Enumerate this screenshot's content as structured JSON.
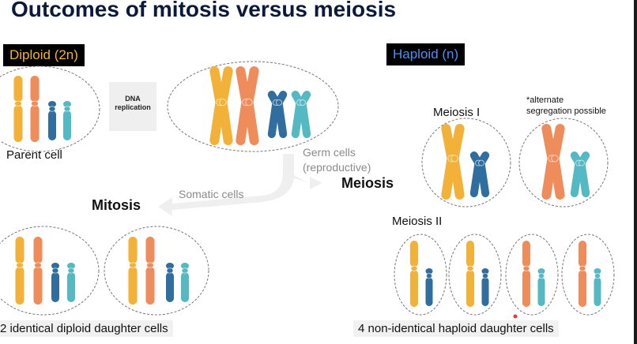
{
  "title": "Outcomes of mitosis versus meiosis",
  "badges": {
    "diploid": "Diploid (2n)",
    "haploid": "Haploid (n)"
  },
  "labels": {
    "parent_cell": "Parent cell",
    "dna_replication_line1": "DNA",
    "dna_replication_line2": "replication",
    "germ_cells_line1": "Germ cells",
    "germ_cells_line2": "(reproductive)",
    "somatic_cells": "Somatic cells",
    "mitosis": "Mitosis",
    "meiosis": "Meiosis",
    "meiosis_1": "Meiosis I",
    "meiosis_2": "Meiosis II",
    "alternate_line1": "*alternate",
    "alternate_line2": "segregation possible",
    "mitosis_result": "2 identical diploid daughter cells",
    "meiosis_result": "4 non-identical haploid daughter cells"
  },
  "colors": {
    "orange_yellow": "#f2b23a",
    "salmon": "#ee8c5c",
    "dark_blue": "#2f6e9e",
    "teal": "#55b9c4",
    "haploid_blue": "#4d8ff7",
    "arrow_grey": "#efefef",
    "title_navy": "#0b1a3a"
  }
}
